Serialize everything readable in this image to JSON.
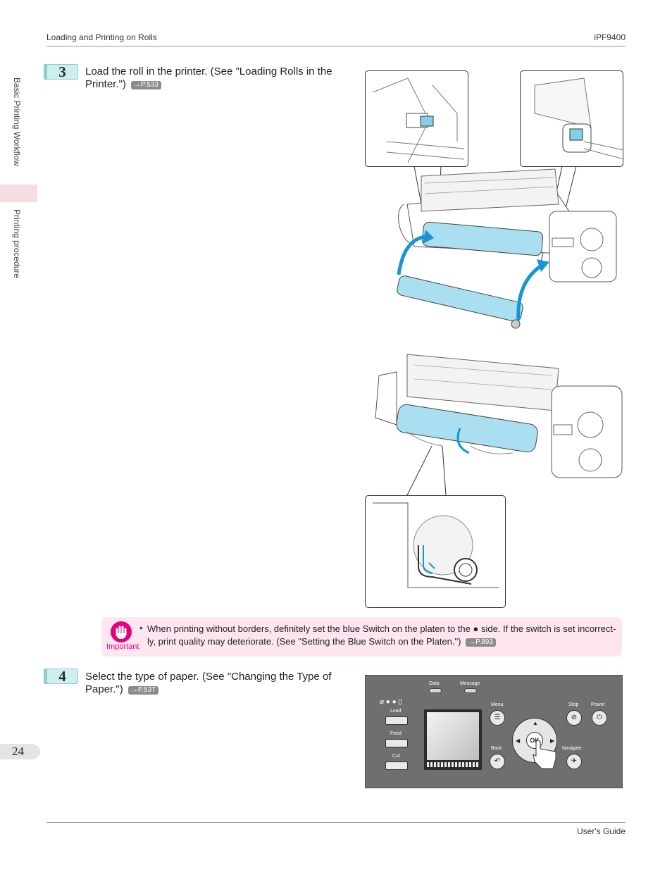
{
  "header": {
    "section": "Loading and Printing on Rolls",
    "model": "iPF9400"
  },
  "sidebar": {
    "chapter": "Basic Printing Workflow",
    "section": "Printing procedure"
  },
  "page_number": "24",
  "steps": [
    {
      "number": "3",
      "text": "Load the roll in the printer.  (See \"Loading Rolls in the Printer.\")",
      "ref": "→P.533"
    },
    {
      "number": "4",
      "text": "Select the type of paper.  (See \"Changing the Type of Paper.\")",
      "ref": "→P.537"
    }
  ],
  "important": {
    "label": "Important",
    "bullet": "•",
    "text": "When printing without borders, definitely set the blue Switch on the platen to the ● side. If the switch is set incorrect­ly, print quality may deteriorate.  (See \"Setting the Blue Switch on the Platen.\")",
    "ref": "→P.893"
  },
  "panel": {
    "data": "Data",
    "message": "Message",
    "load": "Load",
    "feed": "Feed",
    "cut": "Cut",
    "menu": "Menu",
    "back": "Back",
    "stop": "Stop",
    "power": "Power",
    "navigate": "Navigate",
    "ok": "OK"
  },
  "footer": {
    "guide": "User's Guide"
  },
  "colors": {
    "roll_blue": "#a9dff0",
    "arrow_blue": "#1596d6",
    "important_pink": "#e6007e",
    "step_teal": "#cfeeee"
  }
}
